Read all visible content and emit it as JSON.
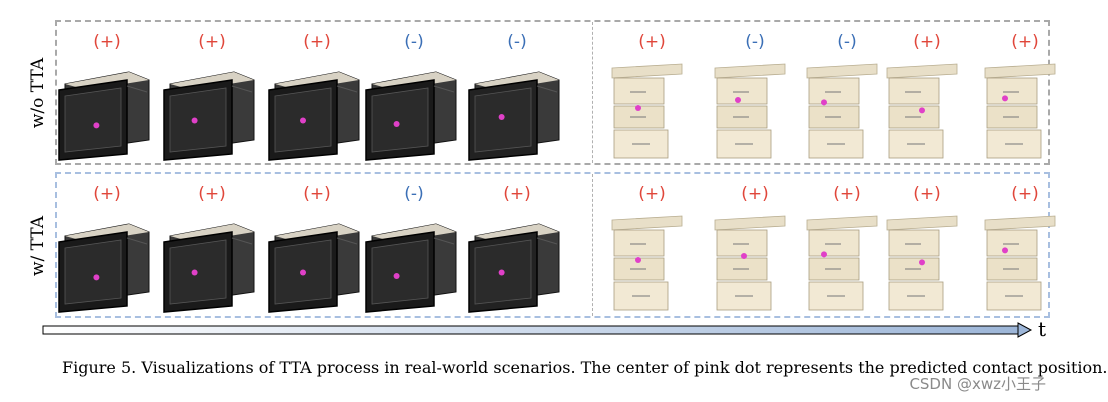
{
  "rows": [
    {
      "label": "w/o TTA",
      "signs": [
        "(+)",
        "(+)",
        "(+)",
        "(-)",
        "(-)",
        "(+)",
        "(-)",
        "(-)",
        "(+)",
        "(+)"
      ]
    },
    {
      "label": "w/ TTA",
      "signs": [
        "(+)",
        "(+)",
        "(+)",
        "(-)",
        "(+)",
        "(+)",
        "(+)",
        "(+)",
        "(+)",
        "(+)"
      ]
    }
  ],
  "time_axis_label": "t",
  "caption": "Figure 5. Visualizations of TTA process in real-world scenarios. The center of pink dot represents the predicted contact position.",
  "watermark": "CSDN @xwz小王子",
  "colors": {
    "plus": "#e0463a",
    "minus": "#3b6fb6",
    "dot": "#e040c8",
    "panel_top": "#a9a9a9",
    "panel_bottom": "#a8bfe0"
  },
  "objects": [
    "microwave",
    "microwave",
    "microwave",
    "microwave",
    "microwave",
    "cabinet",
    "cabinet",
    "cabinet",
    "cabinet",
    "cabinet"
  ],
  "contact_points": {
    "row0": [
      [
        0.55,
        0.62
      ],
      [
        0.45,
        0.55
      ],
      [
        0.5,
        0.55
      ],
      [
        0.45,
        0.6
      ],
      [
        0.48,
        0.5
      ],
      [
        0.4,
        0.45
      ],
      [
        0.35,
        0.35
      ],
      [
        0.25,
        0.38
      ],
      [
        0.55,
        0.48
      ],
      [
        0.3,
        0.33
      ]
    ],
    "row1": [
      [
        0.55,
        0.62
      ],
      [
        0.45,
        0.55
      ],
      [
        0.5,
        0.55
      ],
      [
        0.45,
        0.6
      ],
      [
        0.48,
        0.55
      ],
      [
        0.4,
        0.45
      ],
      [
        0.45,
        0.4
      ],
      [
        0.25,
        0.38
      ],
      [
        0.55,
        0.48
      ],
      [
        0.3,
        0.33
      ]
    ]
  }
}
